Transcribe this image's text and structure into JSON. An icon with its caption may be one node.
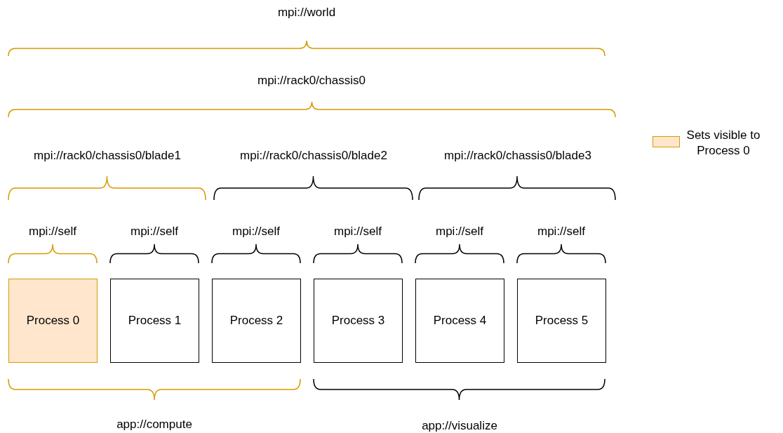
{
  "diagram": {
    "nodes": [
      {
        "text": [
          "Process 0"
        ]
      },
      {
        "text": [
          "Process 1"
        ]
      },
      {
        "text": [
          "Process 2"
        ]
      },
      {
        "text": [
          "Process 3"
        ]
      },
      {
        "text": [
          "Process 4"
        ]
      },
      {
        "text": [
          "Process 5"
        ]
      }
    ],
    "labels": [
      "mpi://world",
      "mpi://rack0/chassis0",
      "mpi://rack0/chassis0/blade1",
      "mpi://rack0/chassis0/blade2",
      "mpi://rack0/chassis0/blade3",
      "mpi://self",
      "mpi://self",
      "mpi://self",
      "mpi://self",
      "mpi://self",
      "mpi://self",
      "app://compute",
      "app://visualize"
    ],
    "legend": [
      {
        "text": "Sets visible to Process 0",
        "color": "#ffe6cc"
      }
    ]
  }
}
